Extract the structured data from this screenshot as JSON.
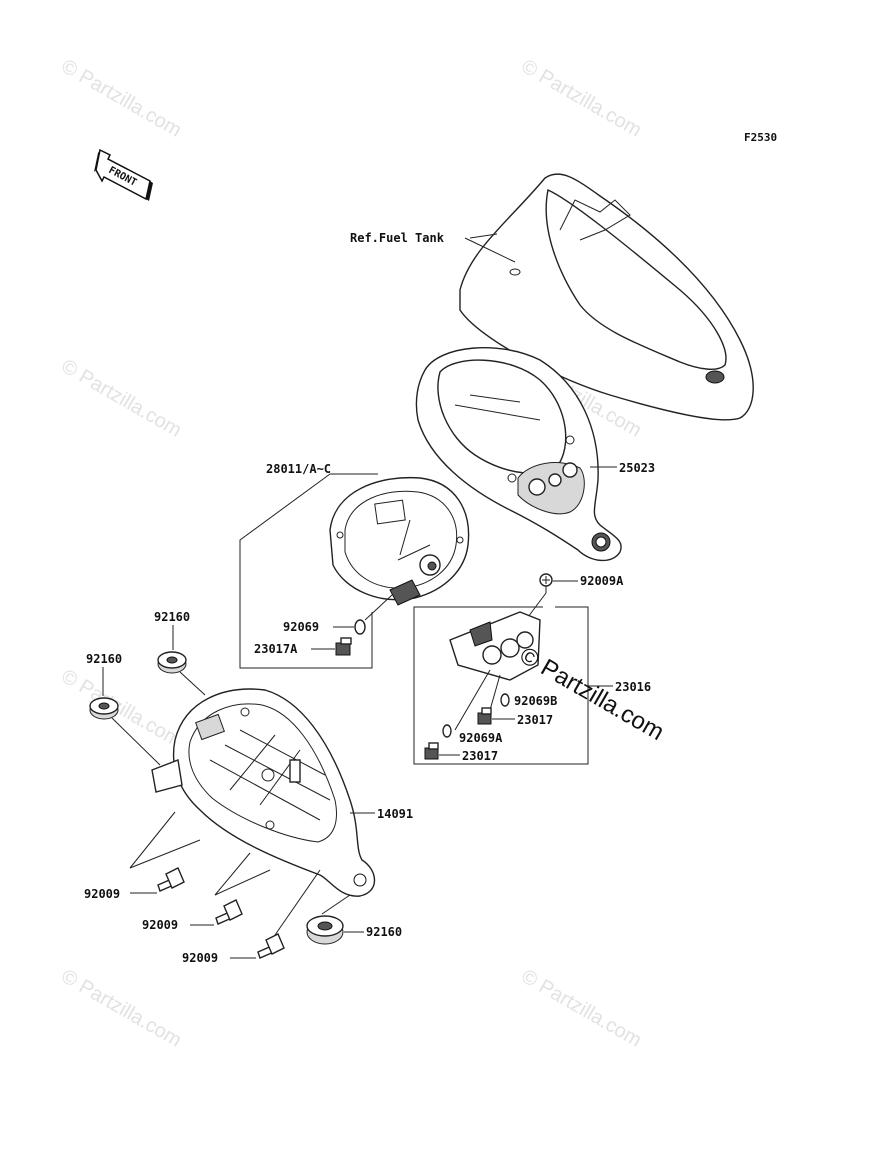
{
  "diagram": {
    "code": "F2530",
    "front_label": "FRONT",
    "watermark_small": "© Partzilla.com",
    "watermark_large": "© Partzilla.com",
    "labels": {
      "ref_fuel_tank": "Ref.Fuel Tank",
      "p25023": "25023",
      "p28011": "28011/A~C",
      "p92069": "92069",
      "p23017A": "23017A",
      "p92009A": "92009A",
      "p23016": "23016",
      "p92069b": "92069B",
      "p23017_a": "23017",
      "p92069A": "92069A",
      "p23017_b": "23017",
      "p92160_top": "92160",
      "p92160_left": "92160",
      "p14091": "14091",
      "p92009_1": "92009",
      "p92009_2": "92009",
      "p92009_3": "92009",
      "p92160_bottom": "92160"
    }
  }
}
